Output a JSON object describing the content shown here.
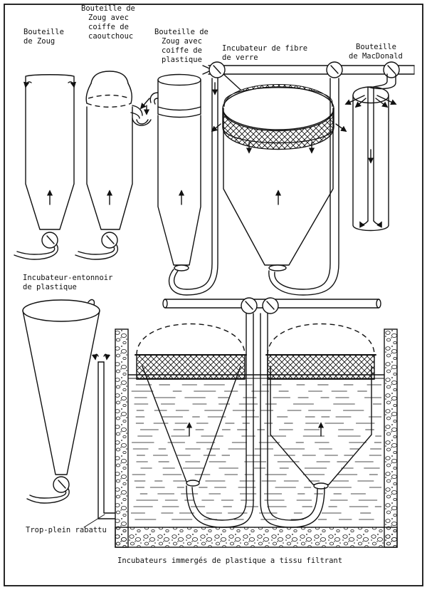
{
  "labels": {
    "zoug_bottle": [
      "Bouteille",
      "de Zoug"
    ],
    "zoug_rubber_cap": [
      "Bouteille de",
      "Zoug avec",
      "coiffe de",
      "caoutchouc"
    ],
    "zoug_plastic_cap": [
      "Bouteille de",
      "Zoug avec",
      "coiffe de",
      "plastique"
    ],
    "fiberglass_incubator": [
      "Incubateur de fibre",
      "de verre"
    ],
    "macdonald_bottle": [
      "Bouteille",
      "de MacDonald"
    ],
    "plastic_funnel_incubator": [
      "Incubateur-entonnoir",
      "de plastique"
    ],
    "folded_overflow": "Trop-plein rabattu",
    "submerged_incubators": "Incubateurs immergés de plastique a tissu filtrant"
  }
}
